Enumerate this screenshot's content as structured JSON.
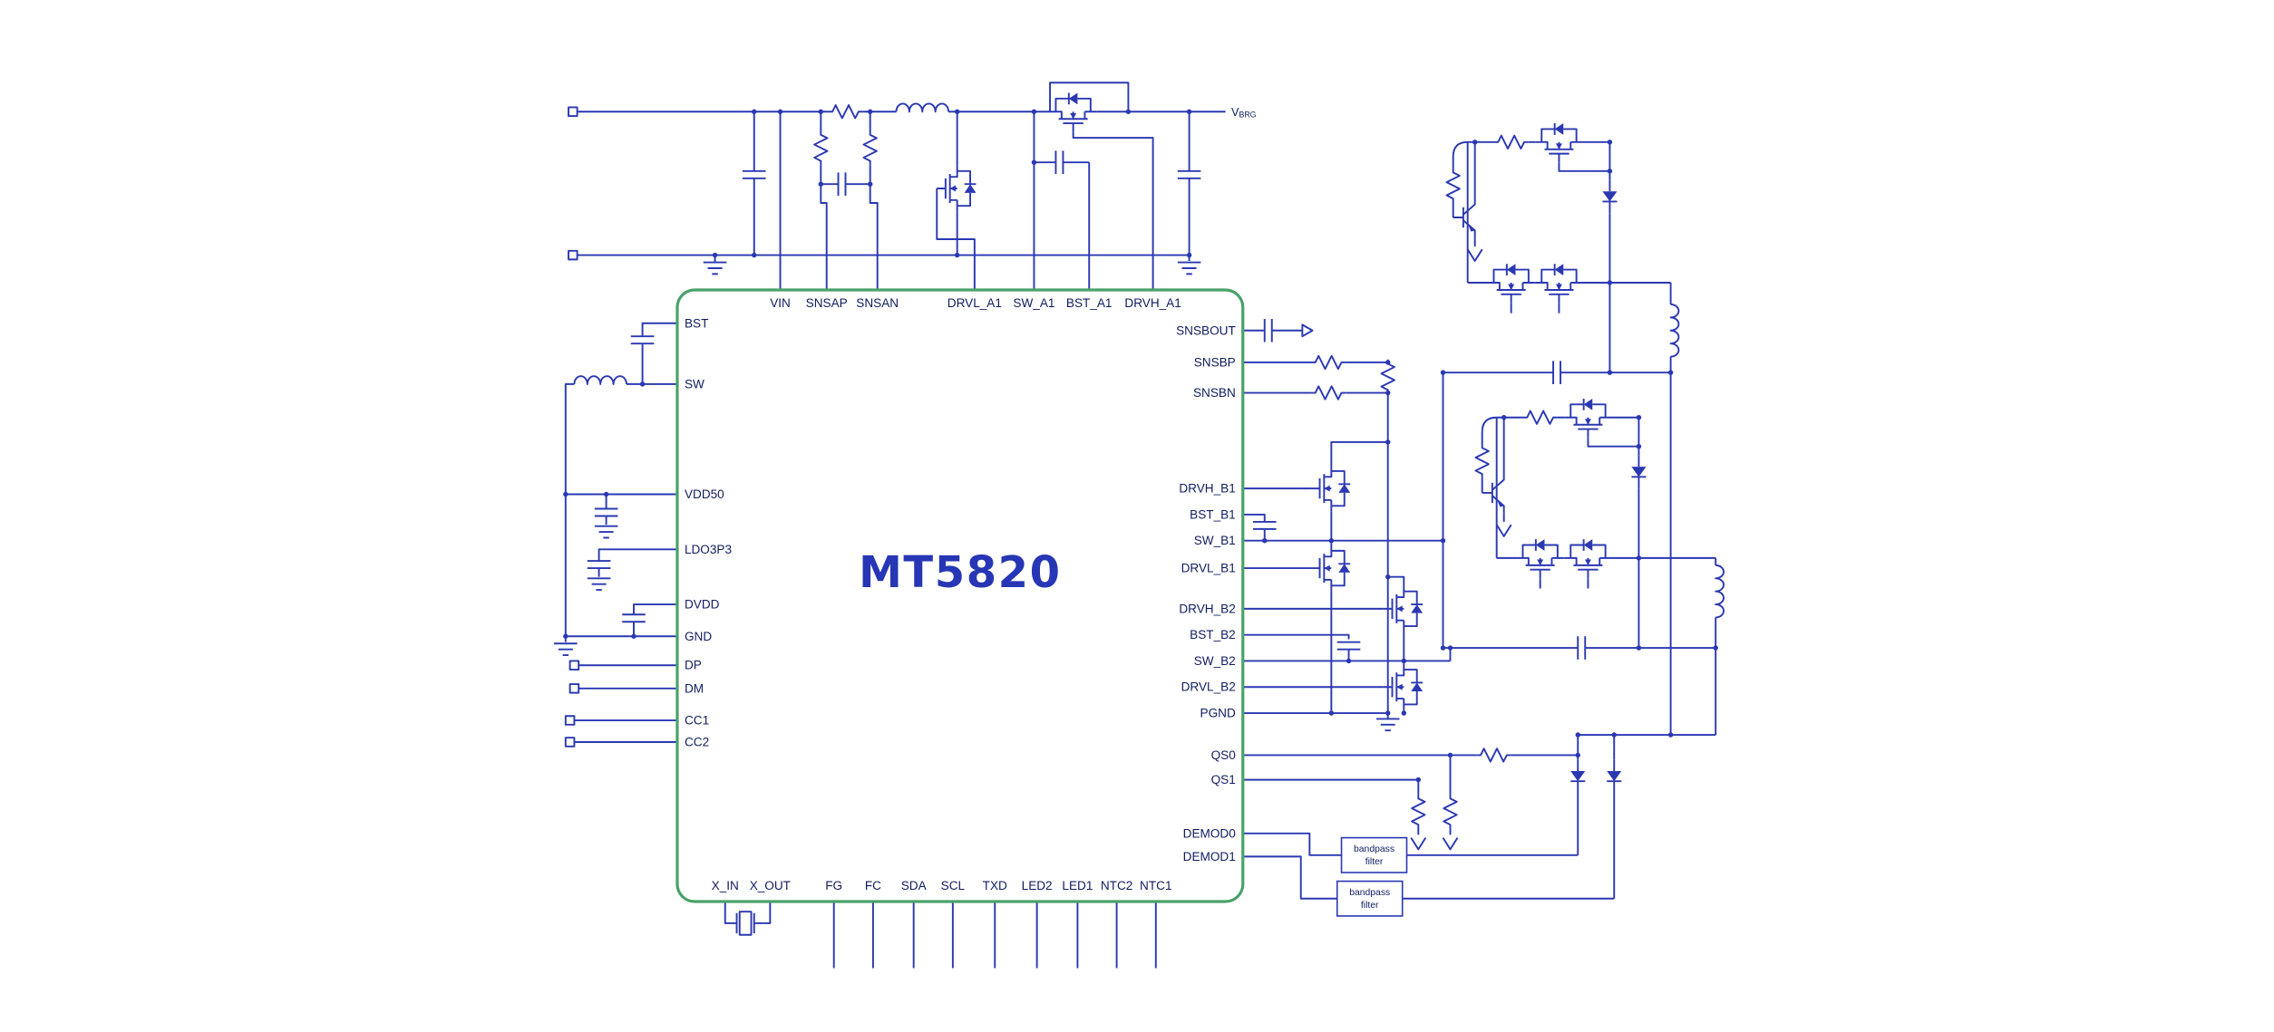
{
  "colors": {
    "wire_blue": "#2b38b2",
    "chip_border_green": "#4aa269",
    "pin_text_navy": "#101c60",
    "chip_name_blue": "#2636b5",
    "background": "#ffffff"
  },
  "chip": {
    "name": "MT5820",
    "pins": {
      "top": [
        "VIN",
        "SNSAP",
        "SNSAN",
        "DRVL_A1",
        "SW_A1",
        "BST_A1",
        "DRVH_A1"
      ],
      "left": [
        "BST",
        "SW",
        "VDD50",
        "LDO3P3",
        "DVDD",
        "GND",
        "DP",
        "DM",
        "CC1",
        "CC2"
      ],
      "right": [
        "SNSBOUT",
        "SNSBP",
        "SNSBN",
        "DRVH_B1",
        "BST_B1",
        "SW_B1",
        "DRVL_B1",
        "DRVH_B2",
        "BST_B2",
        "SW_B2",
        "DRVL_B2",
        "PGND",
        "QS0",
        "QS1",
        "DEMOD0",
        "DEMOD1"
      ],
      "bottom": [
        "X_IN",
        "X_OUT",
        "FG",
        "FC",
        "SDA",
        "SCL",
        "TXD",
        "LED2",
        "LED1",
        "NTC2",
        "NTC1"
      ]
    }
  },
  "labels": {
    "vbrg_main": "V",
    "vbrg_sub": "BRG",
    "bandpass_top_line1": "bandpass",
    "bandpass_top_line2": "filter",
    "bandpass_bottom_line1": "bandpass",
    "bandpass_bottom_line2": "filter"
  }
}
